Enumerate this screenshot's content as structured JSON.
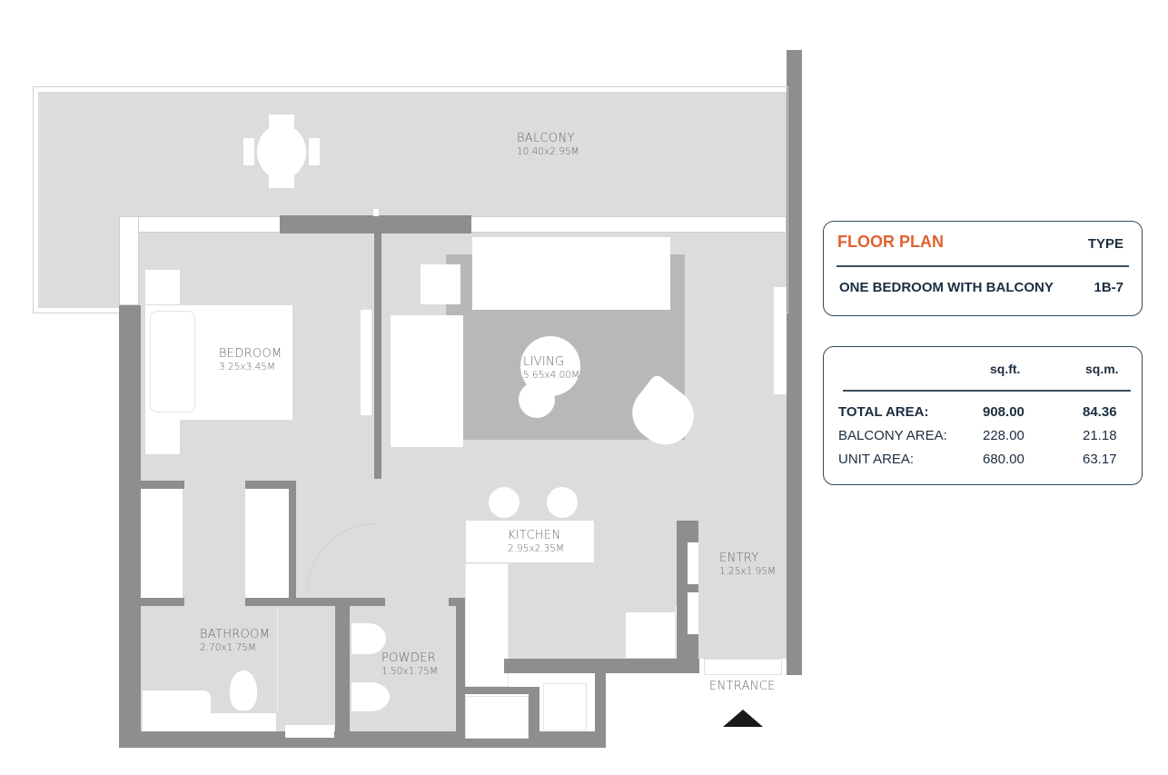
{
  "floor_plan": {
    "rooms": [
      {
        "name": "BALCONY",
        "dims": "10.40x2.95M"
      },
      {
        "name": "BEDROOM",
        "dims": "3.25x3.45M"
      },
      {
        "name": "LIVING",
        "dims": "5.65x4.00M"
      },
      {
        "name": "KITCHEN",
        "dims": "2.95x2.35M"
      },
      {
        "name": "ENTRY",
        "dims": "1.25x1.95M"
      },
      {
        "name": "BATHROOM",
        "dims": "2.70x1.75M"
      },
      {
        "name": "POWDER",
        "dims": "1.50x1.75M"
      }
    ],
    "entrance_label": "ENTRANCE",
    "colors": {
      "wall": "#8e8e8e",
      "floor": "#dcdcdc",
      "rug": "#b8b8b8",
      "furniture": "#ffffff"
    }
  },
  "type_card": {
    "title": "FLOOR PLAN",
    "type_label": "TYPE",
    "unit_name": "ONE BEDROOM WITH BALCONY",
    "unit_type": "1B-7",
    "title_color": "#e0622f",
    "border_color": "#2d4a5e"
  },
  "area_card": {
    "headers": [
      "sq.ft.",
      "sq.m."
    ],
    "rows": [
      {
        "label": "TOTAL AREA:",
        "sqft": "908.00",
        "sqm": "84.36",
        "bold": true
      },
      {
        "label": "BALCONY AREA:",
        "sqft": "228.00",
        "sqm": "21.18",
        "bold": false
      },
      {
        "label": "UNIT AREA:",
        "sqft": "680.00",
        "sqm": "63.17",
        "bold": false
      }
    ]
  }
}
